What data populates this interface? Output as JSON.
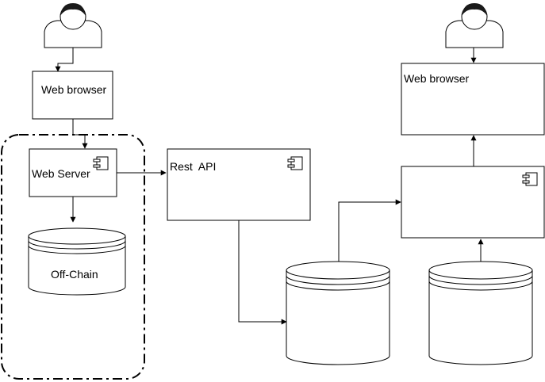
{
  "labels": {
    "browser_left": "Web browser",
    "browser_right": "Web browser",
    "web_server": "Web Server",
    "rest_api": "Rest  API",
    "off_chain": "Off-Chain",
    "component_right": "",
    "db_middle": "",
    "db_right": ""
  },
  "colors": {
    "stroke": "#000000",
    "fill": "#ffffff",
    "hair": "#1a1a1a"
  }
}
